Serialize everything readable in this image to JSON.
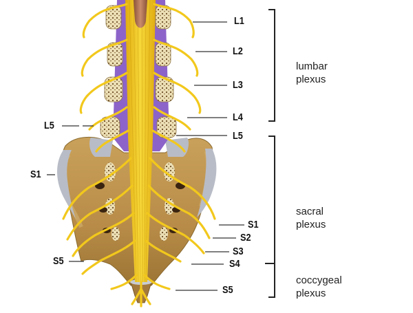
{
  "diagram": {
    "subject": "lumbar, sacral and coccygeal plexus nerves emerging from the lower spinal cord",
    "colors": {
      "nerve": "#f2c81c",
      "nerve_outline": "#c99a0a",
      "spinal_cord": "#e6b816",
      "conus_tip": "#a56a4c",
      "dura": "#8c63c9",
      "vertebra_body": "#e9dcb2",
      "vertebra_pores": "#6a4a24",
      "sacrum": "#b98f4c",
      "sacrum_light": "#d4b172",
      "cartilage": "#b8bcc6",
      "leader_line": "#333333"
    },
    "right_labels": [
      {
        "id": "L1",
        "text": "L1"
      },
      {
        "id": "L2",
        "text": "L2"
      },
      {
        "id": "L3",
        "text": "L3"
      },
      {
        "id": "L4",
        "text": "L4"
      },
      {
        "id": "L5",
        "text": "L5"
      },
      {
        "id": "S1",
        "text": "S1"
      },
      {
        "id": "S2",
        "text": "S2"
      },
      {
        "id": "S3",
        "text": "S3"
      },
      {
        "id": "S4",
        "text": "S4"
      },
      {
        "id": "S5",
        "text": "S5"
      }
    ],
    "left_labels": [
      {
        "id": "L5",
        "text": "L5"
      },
      {
        "id": "S1",
        "text": "S1"
      },
      {
        "id": "S5",
        "text": "S5"
      }
    ],
    "groups": [
      {
        "id": "lumbar",
        "line1": "lumbar",
        "line2": "plexus"
      },
      {
        "id": "sacral",
        "line1": "sacral",
        "line2": "plexus"
      },
      {
        "id": "coccygeal",
        "line1": "coccygeal",
        "line2": "plexus"
      }
    ]
  }
}
